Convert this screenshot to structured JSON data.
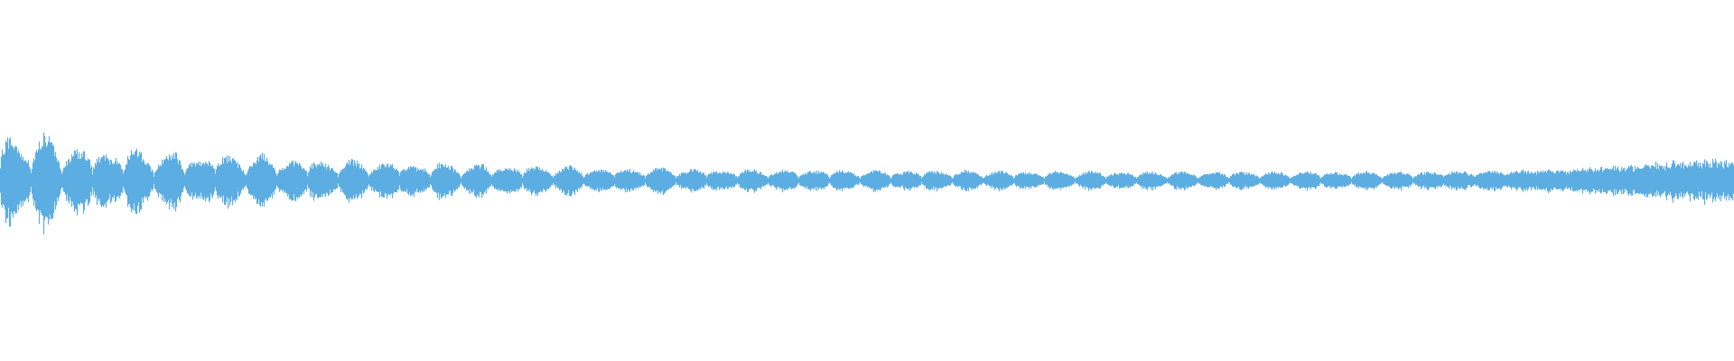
{
  "waveform": {
    "color": "#5DADE2",
    "background": "#FFFFFF",
    "note": "",
    "envelope": [
      0.95,
      0.45,
      0.75,
      0.4,
      0.55,
      0.35,
      0.55,
      0.3,
      0.48,
      0.3,
      0.45,
      0.28,
      0.42,
      0.26,
      0.38,
      0.24,
      0.34,
      0.22,
      0.32,
      0.2,
      0.3,
      0.19,
      0.28,
      0.18,
      0.26,
      0.17,
      0.24,
      0.16,
      0.22,
      0.15,
      0.21,
      0.15,
      0.2,
      0.14,
      0.19,
      0.14,
      0.18,
      0.14,
      0.18,
      0.13,
      0.18,
      0.13,
      0.17,
      0.13,
      0.17,
      0.13,
      0.16,
      0.12,
      0.16,
      0.12,
      0.16,
      0.12,
      0.15,
      0.12,
      0.15,
      0.12,
      0.15,
      0.12,
      0.15,
      0.12,
      0.15,
      0.12,
      0.15,
      0.12,
      0.15,
      0.13,
      0.16,
      0.14,
      0.17,
      0.16,
      0.18,
      0.18,
      0.2,
      0.22,
      0.25,
      0.28,
      0.3,
      0.32,
      0.34,
      0.35
    ]
  }
}
